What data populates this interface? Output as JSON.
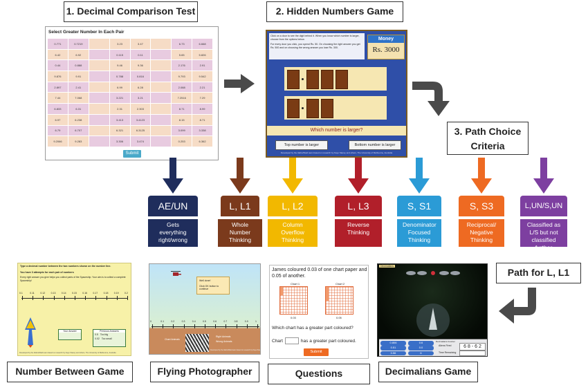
{
  "titles": {
    "decimal_test": "1. Decimal Comparison Test",
    "hidden_numbers": "2. Hidden  Numbers Game",
    "path_choice": "3. Path Choice Criteria",
    "path_l1": "Path for L, L1",
    "number_between": "Number Between Game",
    "flying_photographer": "Flying Photographer",
    "questions": "Questions",
    "decimalians": "Decimalians Game"
  },
  "test_shot": {
    "heading": "Select Greater Number In Each Pair",
    "submit": "Submit",
    "values": [
      "0.771",
      "0.7219",
      "3.23",
      "3.47",
      "6.73",
      "6.668",
      "6.42",
      "6.92",
      "0.115",
      "0.11",
      "5.65",
      "5.826",
      "0.44",
      "0.888",
      "9.46",
      "9.36",
      "2.176",
      "2.91",
      "9.876",
      "9.91",
      "0.788",
      "0.816",
      "9.793",
      "9.542",
      "2.897",
      "2.41",
      "6.99",
      "6.28",
      "2.088",
      "2.21",
      "7.44",
      "7.068",
      "3.221",
      "3.21",
      "7.2516",
      "7.29",
      "6.833",
      "6.31",
      "2.31",
      "2.303",
      "8.71",
      "8.99",
      "6.97",
      "6.238",
      "3.413",
      "3.4123",
      "8.15",
      "8.71",
      "6.79",
      "6.707",
      "6.321",
      "6.3125",
      "3.099",
      "3.338",
      "9.2066",
      "9.283",
      "3.306",
      "3.474",
      "0.253",
      "6.362"
    ]
  },
  "hidden_shot": {
    "instructions_line1": "Click on a door to see the digit behind it. When you know which number is larger, choose from the options below.",
    "instructions_line2": "For every door you click, you spend Rs. 50. On choosing the right answer you get Rs. 500 and on choosing the wrong answer you lose Rs. 300.",
    "money_label": "Money",
    "money_value": "Rs. 3000",
    "question": "Which number is larger?",
    "top_button": "Top number is larger",
    "bottom_button": "Bottom number is larger",
    "footer": "Developed by the Idaho/Waid team based on research by Kaye Stacey and others, The University of Melbourne, Australia"
  },
  "categories": [
    {
      "label": "AE/UN",
      "desc": "Gets everything right/wrong",
      "color": "#1f2d5c",
      "arrow": "#1f2d5c"
    },
    {
      "label": "L, L1",
      "desc": "Whole Number Thinking",
      "color": "#7b3a1c",
      "arrow": "#7b3a1c"
    },
    {
      "label": "L, L2",
      "desc": "Column Overflow Thinking",
      "color": "#f2b800",
      "arrow": "#f2b800"
    },
    {
      "label": "L, L3",
      "desc": "Reverse Thinking",
      "color": "#b11f2a",
      "arrow": "#b11f2a"
    },
    {
      "label": "S, S1",
      "desc": "Denominator Focused Thinking",
      "color": "#2b9bd6",
      "arrow": "#2b9bd6"
    },
    {
      "label": "S, S3",
      "desc": "Reciprocal/ Negative Thinking",
      "color": "#ee6a22",
      "arrow": "#ee6a22"
    },
    {
      "label": "L,UN/S,UN",
      "desc": "Classified as L/S but not classified further",
      "color": "#7d3fa0",
      "arrow": "#7d3fa0"
    }
  ],
  "number_between_shot": {
    "heading1": "Type a decimal number between the two numbers shown on the number line.",
    "heading2": "You have 3 attempts for each pair of numbers",
    "heading3": "Every right answer you give helps you collect parts of the Spaceship. Your aim is to collect a complete Spaceship!",
    "ticks": [
      "0.1",
      "0.11",
      "0.12",
      "0.13",
      "0.14",
      "0.15",
      "0.16",
      "0.17",
      "0.18",
      "0.19",
      "0.2"
    ],
    "your_answer": "Your Answer",
    "previous_answers": "Previous Answers",
    "prev1_value": "0.5",
    "prev1_note": "Too big",
    "prev2_value": "0.02",
    "prev2_note": "Too small",
    "footer": "Developed by the Idaho/Waid team based on research by Kaye Stacey and others, The University of Melbourne, Australia"
  },
  "flying_shot": {
    "note1": "Well done!",
    "note2": "Click OK button to continue",
    "ticks": [
      "0",
      "0.1",
      "0.2",
      "0.3",
      "0.4",
      "0.5",
      "0.6",
      "0.7",
      "0.8",
      "0.9",
      "1"
    ],
    "chart_animals": "Chart Animals",
    "right_animals": "Right Animals",
    "wrong_animals": "Wrong Animals",
    "footer": "Developed by the Idaho/Waid team based on research by Kaye Stacey and others, The University of Melbourne, Australia"
  },
  "questions_shot": {
    "prompt": "James coloured 0.03 of one chart paper and 0.05 of another.",
    "chart1": "Chart 1",
    "chart2": "Chart 2",
    "chart1_value": "0.03",
    "chart2_value": "0.05",
    "question": "Which chart has a greater part coloured?",
    "answer_prefix": "Chart",
    "answer_suffix": "has a greater part coloured.",
    "submit": "Submit"
  },
  "decimalians_shot": {
    "corner_label": "Decimalians",
    "label_right": "Decimalians Counter",
    "aliens_fired": "Aliens Fired",
    "time_left": "Time Remaining",
    "display": "6 8 - 6 2",
    "buttons": [
      "0.806",
      "0.6",
      "0.51",
      "0.0",
      "0.56",
      "6"
    ]
  },
  "colors": {
    "title_border": "#333333",
    "big_arrow": "#4a4a4a",
    "game_bg_blue": "#2f4fa8",
    "test_pink": "#e8cbe0",
    "test_orange": "#f6dcc6"
  }
}
